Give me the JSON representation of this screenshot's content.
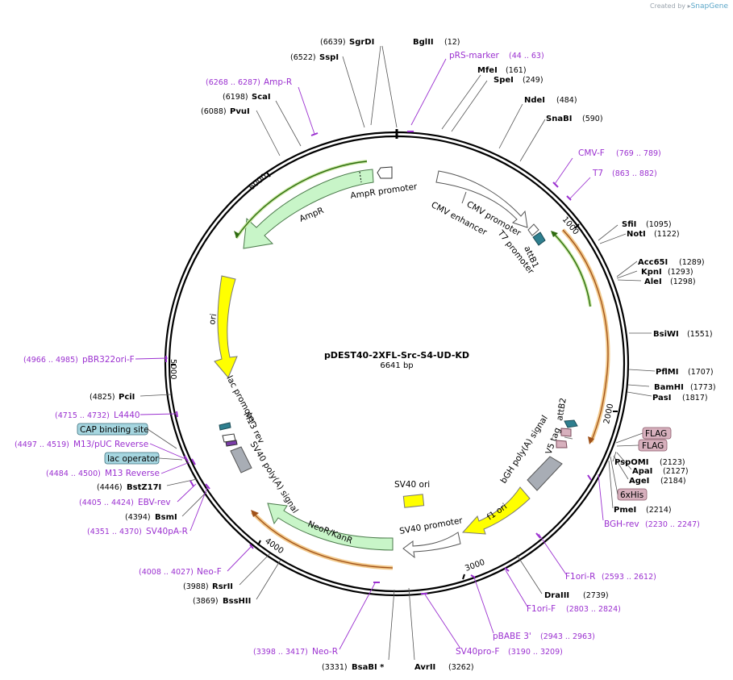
{
  "credit": {
    "prefix": "Created by",
    "brand": "SnapGene"
  },
  "plasmid": {
    "name": "pDEST40-2XFL-Src-S4-UD-KD",
    "length": "6641 bp"
  },
  "ticks": [
    "1000",
    "2000",
    "3000",
    "4000",
    "5000",
    "6000"
  ],
  "colors": {
    "primer": "#9b30d0",
    "enzyme": "#000000",
    "backbone": "#000000",
    "amp": "#c8f5c8",
    "ori": "#ffff00",
    "yellow": "#ffff00",
    "pink": "#d7b0bd",
    "teal": "#2f7f8f",
    "feature_label_bg": "#a6d6e0"
  },
  "enzymes": [
    {
      "name": "SgrDI",
      "pos": "(6639)"
    },
    {
      "name": "BglII",
      "pos": "(12)"
    },
    {
      "name": "SspI",
      "pos": "(6522)"
    },
    {
      "name": "MfeI",
      "pos": "(161)"
    },
    {
      "name": "SpeI",
      "pos": "(249)"
    },
    {
      "name": "ScaI",
      "pos": "(6198)"
    },
    {
      "name": "PvuI",
      "pos": "(6088)"
    },
    {
      "name": "NdeI",
      "pos": "(484)"
    },
    {
      "name": "SnaBI",
      "pos": "(590)"
    },
    {
      "name": "SfiI",
      "pos": "(1095)"
    },
    {
      "name": "NotI",
      "pos": "(1122)"
    },
    {
      "name": "Acc65I",
      "pos": "(1289)"
    },
    {
      "name": "KpnI",
      "pos": "(1293)"
    },
    {
      "name": "AleI",
      "pos": "(1298)"
    },
    {
      "name": "BsiWI",
      "pos": "(1551)"
    },
    {
      "name": "PflMI",
      "pos": "(1707)"
    },
    {
      "name": "BamHI",
      "pos": "(1773)"
    },
    {
      "name": "PasI",
      "pos": "(1817)"
    },
    {
      "name": "PspOMI",
      "pos": "(2123)"
    },
    {
      "name": "ApaI",
      "pos": "(2127)"
    },
    {
      "name": "AgeI",
      "pos": "(2184)"
    },
    {
      "name": "PmeI",
      "pos": "(2214)"
    },
    {
      "name": "DraIII",
      "pos": "(2739)"
    },
    {
      "name": "AvrII",
      "pos": "(3262)"
    },
    {
      "name": "BsaBI *",
      "pos": "(3331)"
    },
    {
      "name": "BssHII",
      "pos": "(3869)"
    },
    {
      "name": "RsrII",
      "pos": "(3988)"
    },
    {
      "name": "BsmI",
      "pos": "(4394)"
    },
    {
      "name": "BstZ17I",
      "pos": "(4446)"
    },
    {
      "name": "PciI",
      "pos": "(4825)"
    }
  ],
  "primers": [
    {
      "name": "pRS-marker",
      "range": "(44 .. 63)"
    },
    {
      "name": "Amp-R",
      "range": "(6268 .. 6287)"
    },
    {
      "name": "CMV-F",
      "range": "(769 .. 789)"
    },
    {
      "name": "T7",
      "range": "(863 .. 882)"
    },
    {
      "name": "pBR322ori-F",
      "range": "(4966 .. 4985)"
    },
    {
      "name": "L4440",
      "range": "(4715 .. 4732)"
    },
    {
      "name": "M13/pUC Reverse",
      "range": "(4497 .. 4519)"
    },
    {
      "name": "M13 Reverse",
      "range": "(4484 .. 4500)"
    },
    {
      "name": "EBV-rev",
      "range": "(4405 .. 4424)"
    },
    {
      "name": "SV40pA-R",
      "range": "(4351 .. 4370)"
    },
    {
      "name": "BGH-rev",
      "range": "(2230 .. 2247)"
    },
    {
      "name": "F1ori-R",
      "range": "(2593 .. 2612)"
    },
    {
      "name": "F1ori-F",
      "range": "(2803 .. 2824)"
    },
    {
      "name": "pBABE 3'",
      "range": "(2943 .. 2963)"
    },
    {
      "name": "SV40pro-F",
      "range": "(3190 .. 3209)"
    },
    {
      "name": "Neo-R",
      "range": "(3398 .. 3417)"
    },
    {
      "name": "Neo-F",
      "range": "(4008 .. 4027)"
    }
  ],
  "boxed_features": {
    "flag1": "FLAG",
    "flag2": "FLAG",
    "his": "6xHis",
    "cap": "CAP binding site",
    "lacop": "lac operator"
  },
  "features": {
    "ampr_promoter": "AmpR promoter",
    "ampr": "AmpR",
    "ori": "ori",
    "cmv_promoter": "CMV promoter",
    "cmv_enhancer": "CMV enhancer",
    "t7_promoter": "T7 promoter",
    "attb1": "attB1",
    "attb2": "attB2",
    "v5": "V5 tag",
    "bgh": "bGH poly(A) signal",
    "f1ori": "f1 ori",
    "sv40promoter": "SV40 promoter",
    "sv40ori": "SV40 ori",
    "neokan": "NeoR/KanR",
    "sv40pa": "SV40 poly(A) signal",
    "m13rev": "M13 rev",
    "lacpromoter": "lac promoter"
  }
}
